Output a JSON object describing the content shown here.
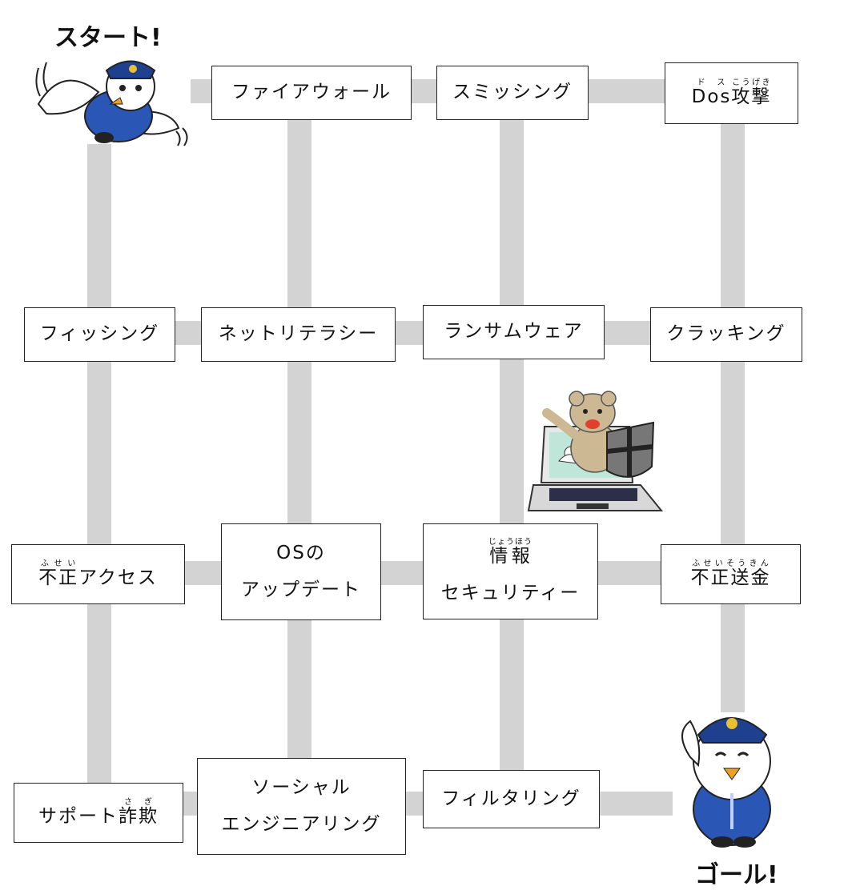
{
  "start_label": "スタート!",
  "goal_label": "ゴール!",
  "boxes": {
    "firewall": "ファイアウォール",
    "smishing": "スミッシング",
    "dos": {
      "base1": "Dos",
      "ruby1": "ドス",
      "base2": "攻撃",
      "ruby2": "こうげき"
    },
    "phishing": "フィッシング",
    "net_literacy": "ネットリテラシー",
    "ransomware": "ランサムウェア",
    "cracking": "クラッキング",
    "unauth_access": {
      "base": "不正",
      "ruby": "ふせい",
      "rest": "アクセス"
    },
    "os_update": {
      "line1": "OSの",
      "line2": "アップデート"
    },
    "info_security": {
      "base": "情報",
      "ruby": "じょうほう",
      "line2": "セキュリティー"
    },
    "unauth_transfer": {
      "base": "不正送金",
      "ruby": "ふせいそうきん"
    },
    "support_fraud": {
      "prefix": "サポート",
      "base": "詐欺",
      "ruby": "さぎ"
    },
    "social_engineering": {
      "line1": "ソーシャル",
      "line2": "エンジニアリング"
    },
    "filtering": "フィルタリング"
  }
}
